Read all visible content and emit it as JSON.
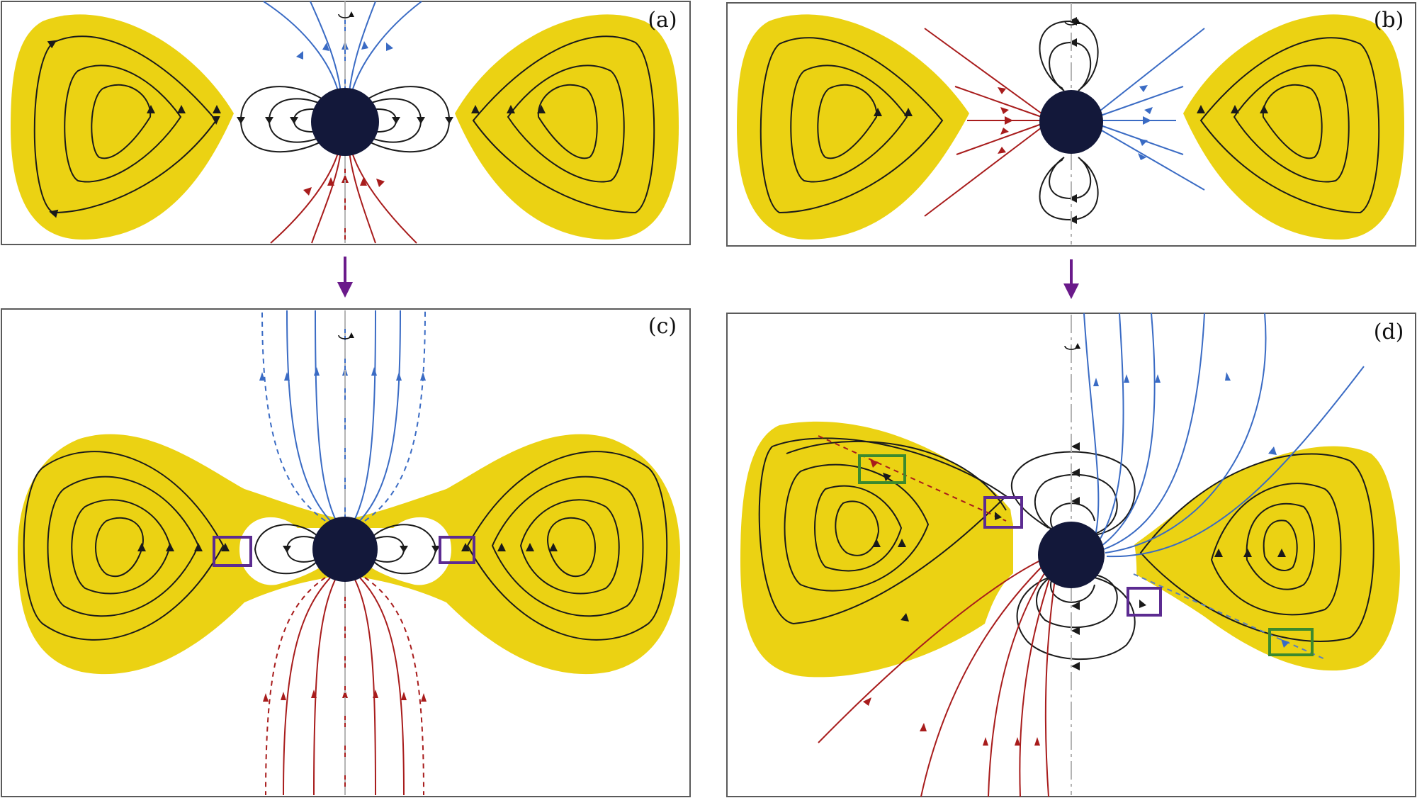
{
  "panels": [
    {
      "id": "a",
      "label": "(a)"
    },
    {
      "id": "b",
      "label": "(b)"
    },
    {
      "id": "c",
      "label": "(c)"
    },
    {
      "id": "d",
      "label": "(d)"
    }
  ],
  "colors": {
    "disk": "#ebd213",
    "star": "#13183a",
    "closed_field": "#1a1a1a",
    "open_field_upper": "#3a6bc4",
    "open_field_lower": "#a81c1c",
    "purple_box": "#5c2b91",
    "green_box": "#3b8a2e",
    "transition_arrow": "#6a1a8a",
    "rotation_axis": "#b4b4b4"
  },
  "icons": {
    "rotation": "rotation-arrow-icon",
    "transition": "down-arrow-icon"
  }
}
